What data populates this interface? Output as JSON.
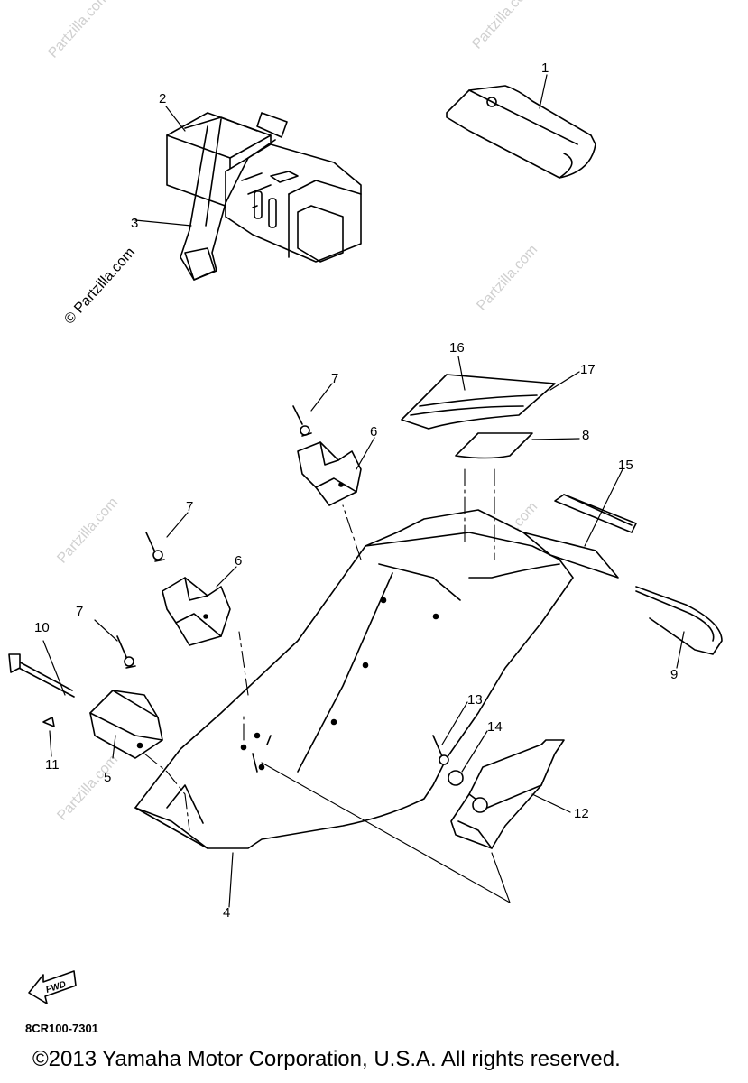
{
  "diagram": {
    "callouts": [
      "1",
      "2",
      "3",
      "4",
      "5",
      "6",
      "6",
      "7",
      "7",
      "7",
      "8",
      "9",
      "10",
      "11",
      "12",
      "13",
      "14",
      "15",
      "16",
      "17"
    ],
    "watermark": "© Partzilla.com",
    "faint_watermark": "Partzilla.com",
    "fwd_label": "FWD",
    "drawing_code": "8CR100-7301",
    "copyright": "©2013 Yamaha Motor Corporation, U.S.A. All rights reserved."
  }
}
